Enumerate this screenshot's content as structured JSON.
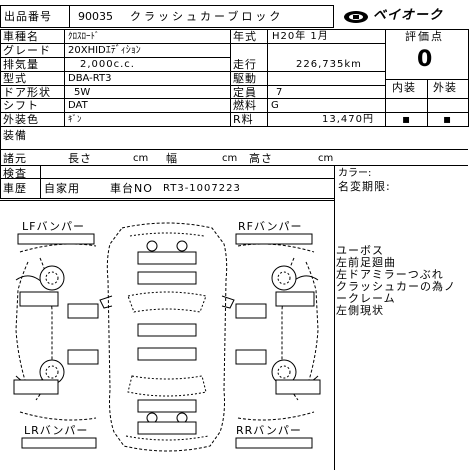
{
  "header": {
    "lot_label": "出品番号",
    "lot_number": "90035",
    "sale_title": "クラッシュカーブロック",
    "logo_text": "ベイオーク"
  },
  "vehicle": {
    "name_label": "車種名",
    "name_value": "ｸﾛｽﾛｰﾄﾞ",
    "grade_label": "グレード",
    "grade_value": "20XHIDｴﾃﾞｨｼｮﾝ",
    "displacement_label": "排気量",
    "displacement_value": "2,000c.c.",
    "model_label": "型式",
    "model_value": "DBA-RT3",
    "door_label": "ドア形状",
    "door_value": "5W",
    "shift_label": "シフト",
    "shift_value": "DAT",
    "color_label": "外装色",
    "color_value": "ｷﾞﾝ",
    "year_label": "年式",
    "year_value": "H20年 1月",
    "mileage_label": "走行",
    "mileage_value": "226,735km",
    "drive_label": "駆動",
    "capacity_label": "定員",
    "capacity_value": "7",
    "fuel_label": "燃料",
    "fuel_value": "G",
    "tax_label": "R料",
    "tax_value": "13,470円"
  },
  "score": {
    "label": "評価点",
    "value": "0",
    "interior_label": "内装",
    "exterior_label": "外装",
    "interior_value": "▪",
    "exterior_value": "▪"
  },
  "equipment": {
    "label": "装備",
    "dims_label": "諸元",
    "length_label": "長さ",
    "width_label": "幅",
    "height_label": "高さ",
    "unit1": "cm",
    "unit2": "cm",
    "unit3": "cm"
  },
  "inspection": {
    "label": "検査",
    "history_label": "車歴",
    "history_value": "自家用",
    "chassis_label": "車台NO",
    "chassis_value": "RT3-1007223",
    "color_no_label": "カラー:",
    "name_change_label": "名変期限:"
  },
  "diagram": {
    "lf_label": "LFバンパー",
    "rf_label": "RFバンパー",
    "lr_label": "LRバンパー",
    "rr_label": "RRバンパー"
  },
  "notes": [
    "ユーボス",
    "左前足廻曲",
    "左ドアミラーつぶれ",
    "クラッシュカーの為ノ",
    "ークレーム",
    "左側現状"
  ]
}
